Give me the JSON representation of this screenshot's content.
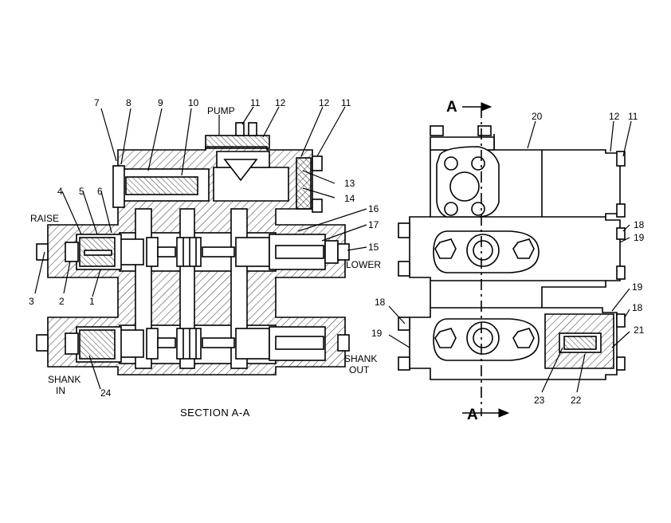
{
  "callouts": {
    "c7": "7",
    "c8": "8",
    "c9": "9",
    "c10": "10",
    "c11a": "11",
    "c12a": "12",
    "c12b": "12",
    "c11b": "11",
    "c13": "13",
    "c14": "14",
    "c16": "16",
    "c17": "17",
    "c15": "15",
    "c4": "4",
    "c5": "5",
    "c6": "6",
    "c3": "3",
    "c2": "2",
    "c1": "1",
    "c24": "24",
    "c20": "20",
    "c12c": "12",
    "c11c": "11",
    "c18a": "18",
    "c19a": "19",
    "c19b": "19",
    "c18b": "18",
    "c18c": "18",
    "c19c": "19",
    "c21": "21",
    "c23": "23",
    "c22": "22"
  },
  "ports": {
    "pump": "PUMP",
    "raise": "RAISE",
    "lower": "LOWER",
    "shank_in_1": "SHANK",
    "shank_in_2": "IN",
    "shank_out_1": "SHANK",
    "shank_out_2": "OUT"
  },
  "section_caption": "SECTION A-A",
  "section_marker_top": "A",
  "section_marker_bottom": "A"
}
